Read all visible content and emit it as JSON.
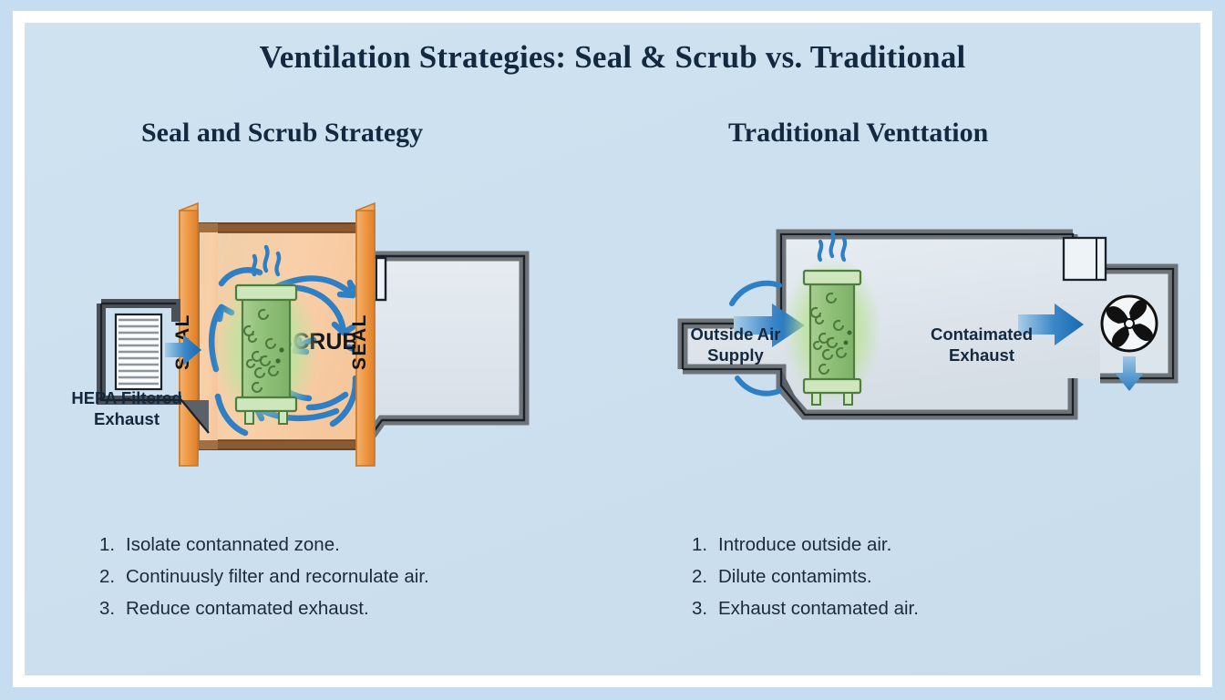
{
  "page": {
    "title": "Ventilation Strategies: Seal & Scrub vs. Traditional",
    "background_color": "#c8dcec",
    "frame_color": "#ffffff"
  },
  "colors": {
    "title_text": "#13293f",
    "body_text": "#1c2b38",
    "seal_orange": "#ef9a45",
    "room_wall_brown": "#8a5a32",
    "room_interior": "#f6cdac",
    "gray_wall": "#6e7478",
    "gray_interior": "#dfe6ec",
    "arrow_blue": "#2f7fc4",
    "tank_green": "#8cc07a",
    "fan_black": "#111111"
  },
  "panels": [
    {
      "id": "seal-and-scrub",
      "heading": "Seal and Scrub Strategy",
      "labels": {
        "seal_left": "SEAL",
        "seal_right": "SEAL",
        "scrub": "SCRUB",
        "hepa_line1": "HEPA Filtered",
        "hepa_line2": "Exhaust"
      },
      "steps": [
        {
          "num": "1.",
          "text": "Isolate contannated zone."
        },
        {
          "num": "2.",
          "text": "Continuusly filter and recornulate air."
        },
        {
          "num": "3.",
          "text": "Reduce contamated exhaust."
        }
      ]
    },
    {
      "id": "traditional-ventilation",
      "heading": "Traditional Venttation",
      "labels": {
        "outside_air_line1": "Outside Air",
        "outside_air_line2": "Supply",
        "exhaust_line1": "Contaimated",
        "exhaust_line2": "Exhaust"
      },
      "steps": [
        {
          "num": "1.",
          "text": "Introduce outside air."
        },
        {
          "num": "2.",
          "text": "Dilute contamimts."
        },
        {
          "num": "3.",
          "text": "Exhaust contamated air."
        }
      ]
    }
  ]
}
